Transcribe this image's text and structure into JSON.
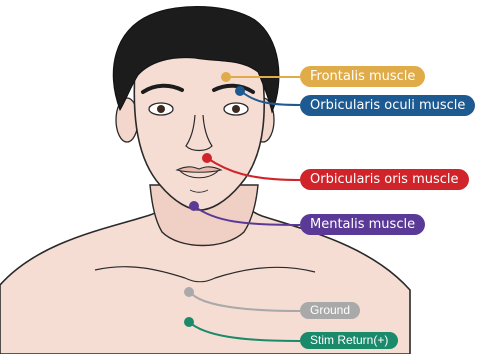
{
  "labels": [
    {
      "id": "frontalis",
      "text": "Frontalis muscle",
      "color": "#e0ac49"
    },
    {
      "id": "orbicularis-oculi",
      "text": "Orbicularis oculi muscle",
      "color": "#1e5a92"
    },
    {
      "id": "orbicularis-oris",
      "text": "Orbicularis oris muscle",
      "color": "#d1232a"
    },
    {
      "id": "mentalis",
      "text": "Mentalis muscle",
      "color": "#5a3a96"
    },
    {
      "id": "ground",
      "text": "Ground",
      "color": "#a9a9a9"
    },
    {
      "id": "stim-return",
      "text": "Stim Return(+)",
      "color": "#1a8a6b"
    }
  ]
}
